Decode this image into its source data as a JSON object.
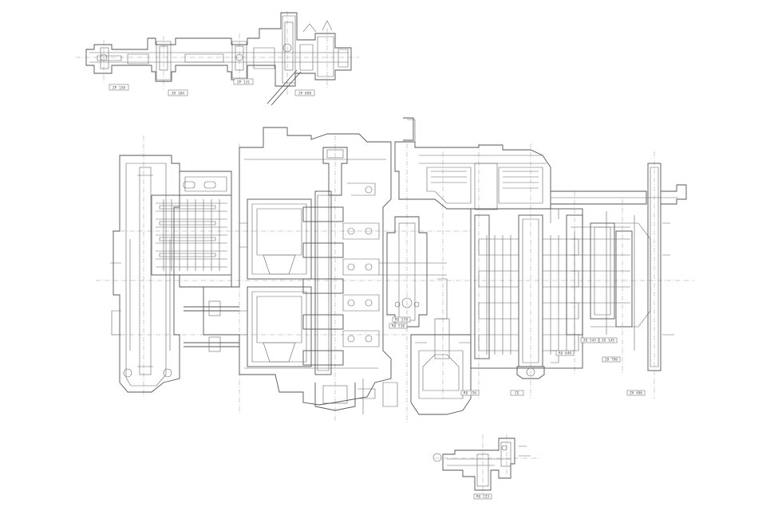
{
  "labels": {
    "detail_a": [
      "ZP 150",
      "ZH 104",
      "ZP 131",
      "ZP 098"
    ],
    "main": [
      "RU 578",
      "RU 510",
      "RU 156",
      "CE",
      "RU 640",
      "ZU 545",
      "ZU 145",
      "ZU 706",
      "ZH 406"
    ],
    "detail_b": [
      "RU 233"
    ]
  }
}
